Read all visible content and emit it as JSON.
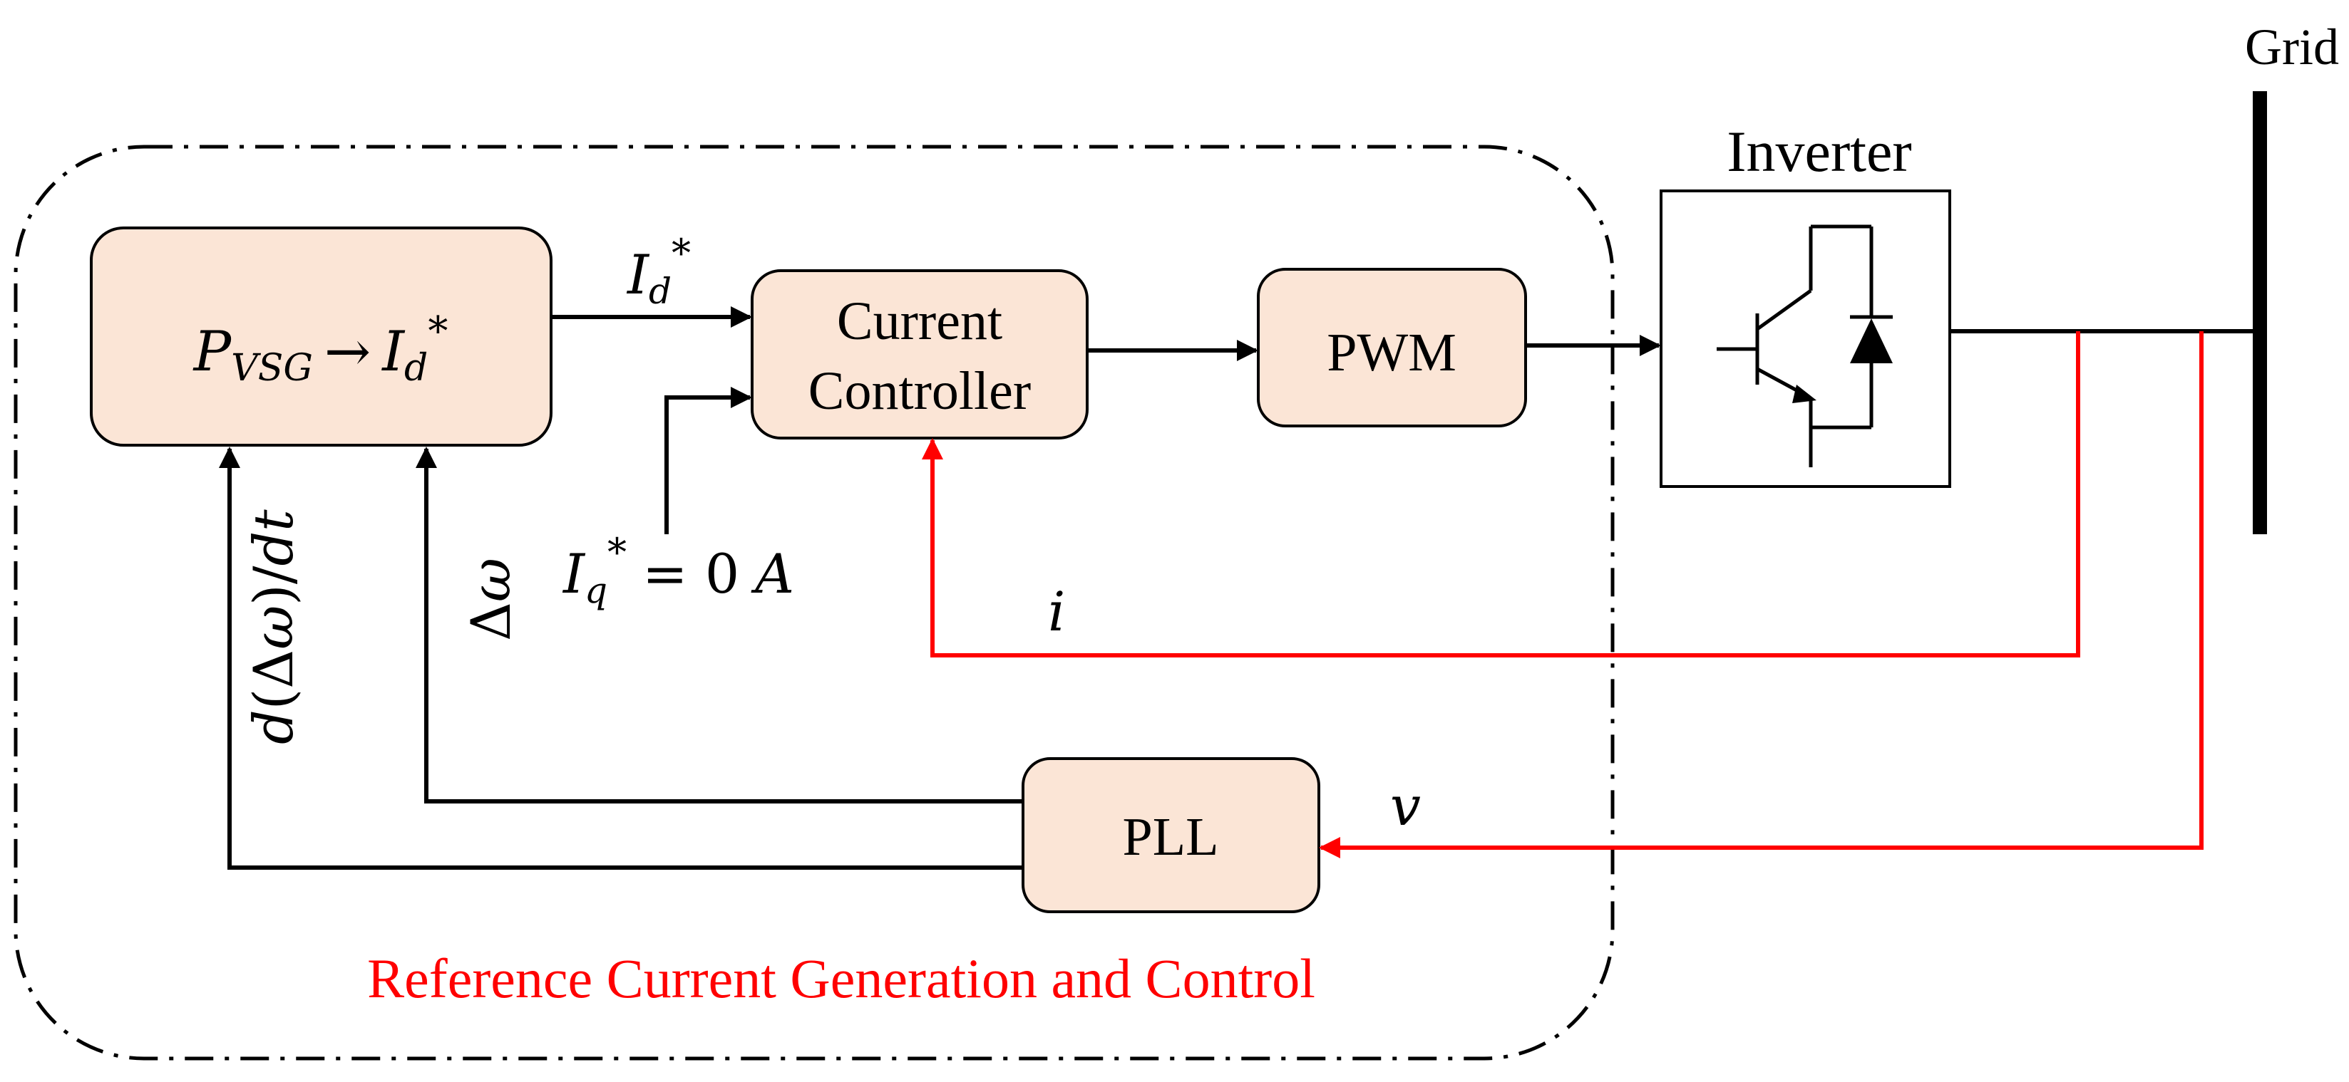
{
  "labels": {
    "grid": "Grid",
    "inverter": "Inverter",
    "pvsg_block": "P_VSG → I_d*",
    "current_controller_line1": "Current",
    "current_controller_line2": "Controller",
    "pwm": "PWM",
    "pll": "PLL",
    "id_ref": "I_d*",
    "iq_ref": "I_q* = 0 A",
    "delta_omega": "Δω",
    "d_delta_omega_dt": "d(Δω)/dt",
    "current_feedback": "i",
    "voltage_feedback": "v",
    "region_caption": "Reference Current Generation and Control"
  },
  "math": {
    "pvsg": {
      "main": "P",
      "sub": "VSG",
      "arrow": "→",
      "target": "I",
      "target_sub": "d",
      "star": "*"
    },
    "id": {
      "main": "I",
      "sub": "d",
      "star": "*"
    },
    "iq": {
      "main": "I",
      "sub": "q",
      "star": "*",
      "rest": "= 0",
      "unit": "A"
    },
    "delta_omega": {
      "delta": "Δ",
      "omega": "ω"
    },
    "derivative": {
      "d": "d",
      "open": "(Δ",
      "omega": "ω",
      "close": ")/",
      "dt": "dt"
    }
  },
  "colors": {
    "block_fill": "#fbe5d6",
    "signal": "#000000",
    "feedback": "#ff0000",
    "caption": "#ff0000"
  }
}
